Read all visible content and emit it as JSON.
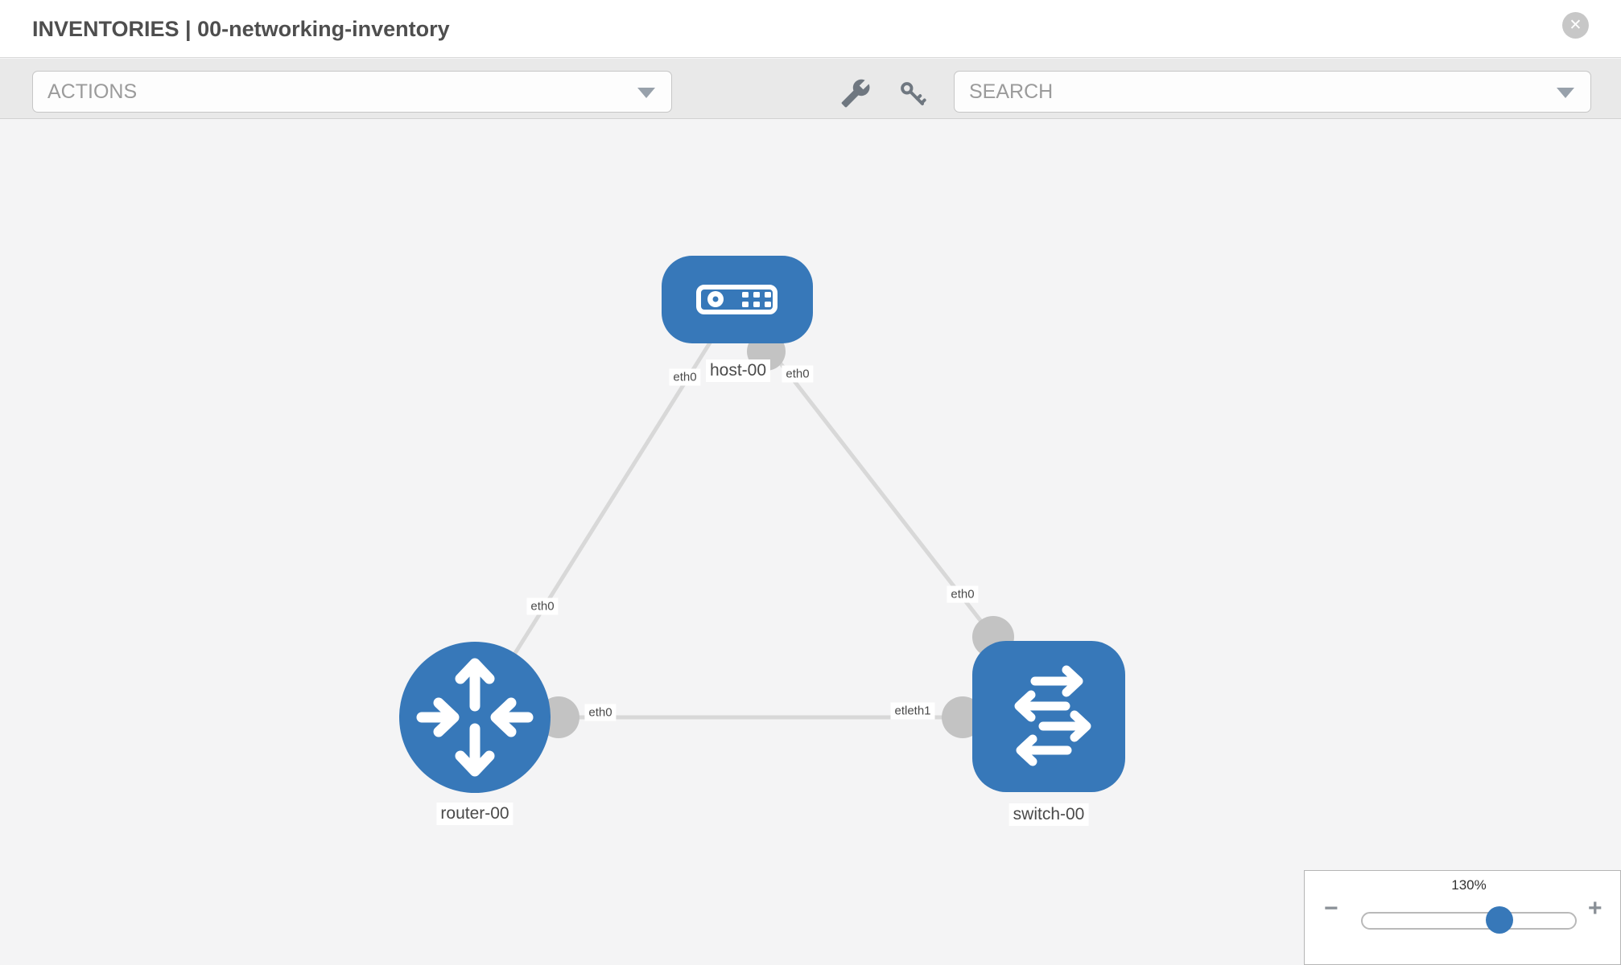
{
  "window": {
    "title": "INVENTORIES | 00-networking-inventory"
  },
  "header": {
    "close_icon": "✕"
  },
  "toolbar": {
    "actions_label": "ACTIONS",
    "search_placeholder": "SEARCH",
    "icons": [
      "wrench-icon",
      "key-icon",
      "caret-down-icon"
    ]
  },
  "topology": {
    "nodes": {
      "host": {
        "label": "host-00",
        "type": "host"
      },
      "router": {
        "label": "router-00",
        "type": "router"
      },
      "switch": {
        "label": "switch-00",
        "type": "switch"
      }
    },
    "interface_labels": {
      "host_left": "eth0",
      "host_right": "eth0",
      "router_top": "eth0",
      "router_right": "eth0",
      "switch_top": "eth0",
      "switch_left": "etleth1"
    },
    "links": [
      {
        "from": "host-00",
        "to": "router-00"
      },
      {
        "from": "host-00",
        "to": "switch-00"
      },
      {
        "from": "router-00",
        "to": "switch-00"
      }
    ]
  },
  "zoom_control": {
    "level": "130%",
    "minus_label": "−",
    "plus_label": "+"
  },
  "colors": {
    "node_fill": "#3778b9",
    "link": "#d8d8d8",
    "interface_dot": "#c3c3c3",
    "accent_blue": "#3778b9",
    "toolbar_bg": "#e9e9e9",
    "canvas_bg": "#f4f4f5"
  }
}
